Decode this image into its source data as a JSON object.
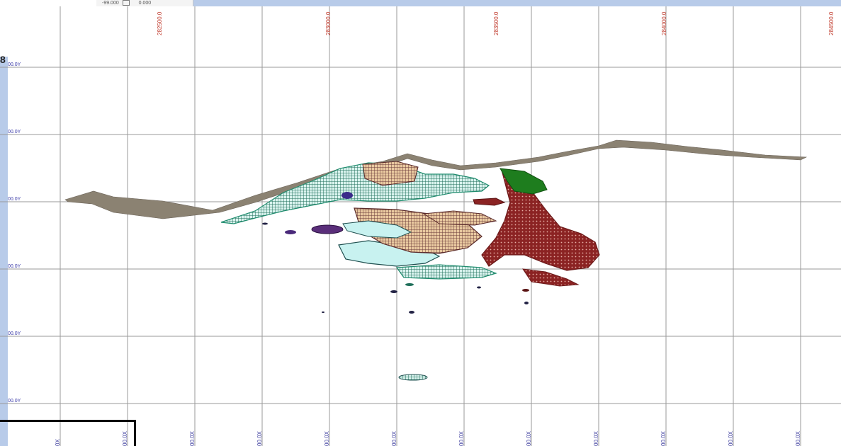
{
  "toolbar": {
    "val_a": "-99.000",
    "val_b": "0.000"
  },
  "view_tag": "8",
  "axis": {
    "top_labels": [
      "282500.0",
      "283000.0",
      "283500.0",
      "284000.0",
      "284500.0"
    ],
    "left_labels": [
      "00.0Y",
      "00.0Y",
      "00.0Y",
      "00.0Y",
      "00.0Y",
      "00.0Y"
    ],
    "bottom_labels": [
      "0X",
      "00.0X",
      "00.0X",
      "00.0X",
      "00.0X",
      "00.0X",
      "00.0X",
      "00.0X",
      "00.0X",
      "00.0X",
      "00.0X",
      "00.0X"
    ]
  },
  "colors": {
    "grid": "#9a9a9a",
    "topo": "#8b8272",
    "teal": "#1f8c6e",
    "maroon": "#8b2323",
    "green": "#1e7d1e",
    "cyan": "#bff0ef",
    "panel": "#b8cbe9"
  }
}
